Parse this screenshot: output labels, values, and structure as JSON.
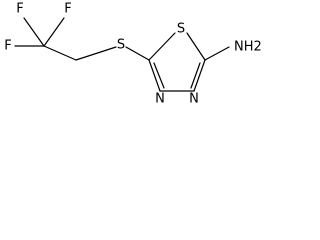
{
  "atoms": {
    "f_top_left": "F",
    "f_top_right": "F",
    "f_left": "F",
    "s_linker": "S",
    "s_ring": "S",
    "n_left": "N",
    "n_right": "N",
    "nh2": "NH2"
  },
  "colors": {
    "ink": "#000000",
    "background": "#ffffff"
  }
}
